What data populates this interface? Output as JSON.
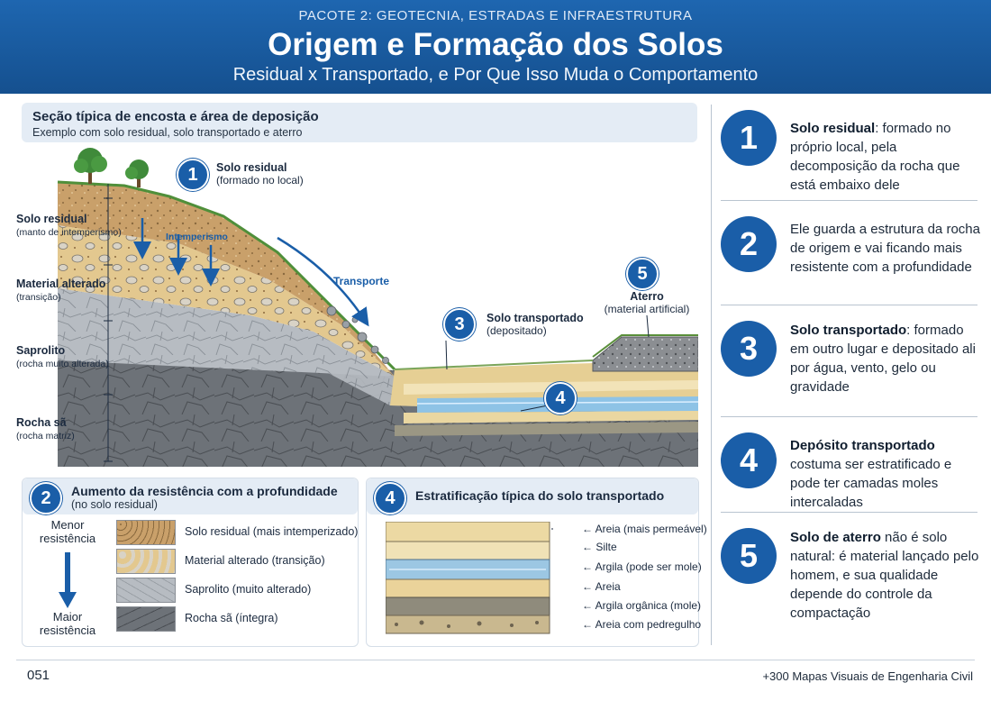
{
  "header": {
    "kicker": "PACOTE 2: GEOTECNIA, ESTRADAS E INFRAESTRUTURA",
    "title": "Origem e Formação dos Solos",
    "subtitle": "Residual x Transportado, e Por Que Isso Muda o Comportamento"
  },
  "section": {
    "title": "Seção típica de encosta e área de deposição",
    "subtitle": "Exemplo com solo residual, solo transportado e aterro"
  },
  "profile_labels": [
    {
      "name": "Solo residual",
      "note": "(manto de intemperismo)"
    },
    {
      "name": "Material alterado",
      "note": "(transição)"
    },
    {
      "name": "Saprolito",
      "note": "(rocha muito alterada)"
    },
    {
      "name": "Rocha sã",
      "note": "(rocha matriz)"
    }
  ],
  "scene": {
    "badge1": "1",
    "residual_title": "Solo residual",
    "residual_sub": "(formado no local)",
    "weathering": "Intemperismo",
    "transport": "Transporte",
    "badge3": "3",
    "transported_title": "Solo transportado",
    "transported_sub": "(depositado)",
    "badge4": "4",
    "badge5": "5",
    "fill_title": "Aterro",
    "fill_sub": "(material artificial)"
  },
  "strength_panel": {
    "badge": "2",
    "title": "Aumento da resistência com a profundidade",
    "subtitle": "(no solo residual)",
    "top_label": "Menor\nresistência",
    "bottom_label": "Maior\nresistência",
    "legend": [
      "Solo residual (mais intemperizado)",
      "Material alterado (transição)",
      "Saprolito (muito alterado)",
      "Rocha sã (íntegra)"
    ]
  },
  "strata_panel": {
    "badge": "4",
    "title": "Estratificação típica do solo transportado",
    "layers": [
      "Areia (mais permeável)",
      "Silte",
      "Argila (pode ser mole)",
      "Areia",
      "Argila orgânica (mole)",
      "Areia com pedregulho"
    ]
  },
  "right_items": [
    {
      "number": "1",
      "bold": "Solo residual",
      "text": ": formado no próprio local, pela decomposição da rocha que está embaixo dele"
    },
    {
      "number": "2",
      "bold": "",
      "text": "Ele guarda a estrutura da rocha de origem e vai ficando mais resistente com a profundidade"
    },
    {
      "number": "3",
      "bold": "Solo transportado",
      "text": ": formado em outro lugar e depositado ali por água, vento, gelo ou gravidade"
    },
    {
      "number": "4",
      "bold": "Depósito transportado",
      "text": " costuma ser estratificado e pode ter camadas moles intercaladas"
    },
    {
      "number": "5",
      "bold": "Solo de aterro",
      "text": " não é solo natural: é material lançado pelo homem, e sua qualidade depende do controle da compactação"
    }
  ],
  "footer": {
    "page": "051",
    "series": "+300 Mapas Visuais de Engenharia Civil"
  },
  "colors": {
    "brand": "#1a5ea8",
    "residual": "#c9a06a",
    "altered": "#e3c88f",
    "saprolite": "#b7bcc2",
    "rock": "#6d7278",
    "water": "#8ec3e6"
  }
}
